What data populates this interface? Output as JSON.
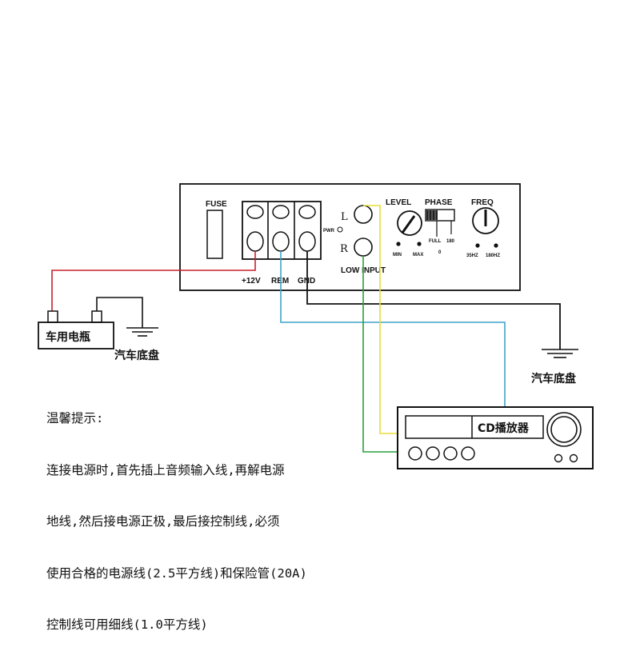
{
  "amplifier": {
    "fuse_label": "FUSE",
    "pwr_label": "PWR",
    "terminals": [
      "+12V",
      "REM",
      "GND"
    ],
    "input_left": "L",
    "input_right": "R",
    "low_input": "LOW INPUT",
    "level": {
      "label": "LEVEL",
      "min": "MIN",
      "max": "MAX"
    },
    "phase": {
      "label": "PHASE",
      "full": "FULL",
      "deg180": "180",
      "deg0": "0"
    },
    "freq": {
      "label": "FREQ",
      "low": "35HZ",
      "high": "180HZ"
    }
  },
  "battery": {
    "label": "车用电瓶"
  },
  "ground_left": {
    "label": "汽车底盘"
  },
  "ground_right": {
    "label": "汽车底盘"
  },
  "cd_player": {
    "label": "CD播放器"
  },
  "wires": {
    "power": "#c8202c",
    "remote": "#3ea4c8",
    "ground": "#111111",
    "left_audio": "#e8de3a",
    "right_audio": "#28a03c"
  },
  "notes": {
    "title": "温馨提示:",
    "lines": [
      "连接电源时,首先插上音频输入线,再解电源",
      "地线,然后接电源正极,最后接控制线,必须",
      "使用合格的电源线(2.5平方线)和保险管(20A)",
      "控制线可用细线(1.0平方线)"
    ]
  }
}
